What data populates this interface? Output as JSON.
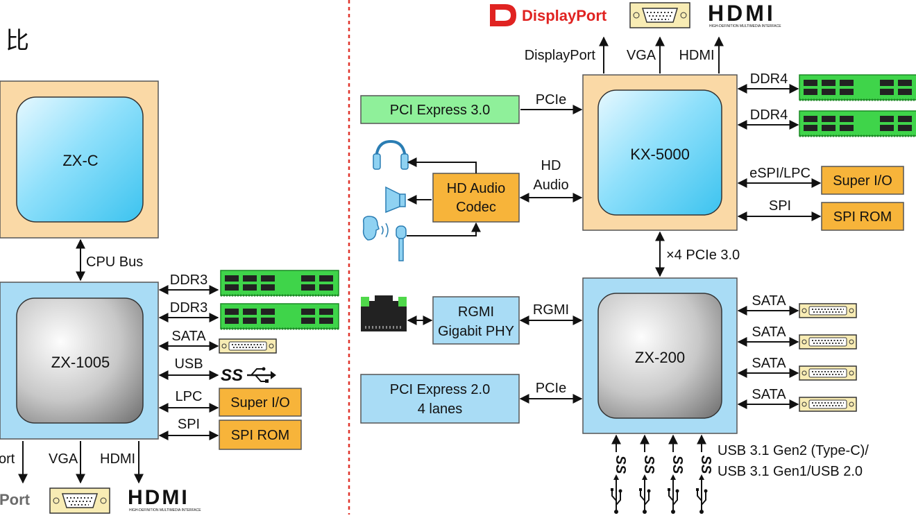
{
  "left": {
    "heading_char": "比",
    "cpu_chip": {
      "label": "ZX-C"
    },
    "cpu_bus_label": "CPU Bus",
    "chipset": {
      "label": "ZX-1005"
    },
    "links": {
      "ddr3_a": "DDR3",
      "ddr3_b": "DDR3",
      "sata": "SATA",
      "usb": "USB",
      "lpc": "LPC",
      "spi": "SPI"
    },
    "superio_label": "Super I/O",
    "spirom_label": "SPI ROM",
    "bottom_links": {
      "port_partial": "ort",
      "vga": "VGA",
      "hdmi": "HDMI"
    },
    "logos": {
      "displayport_partial": "Port"
    }
  },
  "right": {
    "logos": {
      "displayport": "DisplayPort",
      "hdmi": "HDMI",
      "hdmi_tagline": "HIGH-DEFINITION MULTIMEDIA INTERFACE"
    },
    "top_links": {
      "displayport": "DisplayPort",
      "vga": "VGA",
      "hdmi": "HDMI"
    },
    "kx_chip": {
      "label": "KX-5000"
    },
    "pcie3_box": "PCI Express 3.0",
    "pcie_a": "PCIe",
    "ddr4_a": "DDR4",
    "ddr4_b": "DDR4",
    "audio_codec": {
      "line1": "HD Audio",
      "line2": "Codec"
    },
    "hd_audio_link": {
      "line1": "HD",
      "line2": "Audio"
    },
    "espi_label": "eSPI/LPC",
    "superio_label": "Super I/O",
    "spi_label": "SPI",
    "spirom_label": "SPI ROM",
    "x4_pcie_label": "×4 PCIe 3.0",
    "zx200_chip": {
      "label": "ZX-200"
    },
    "phy_box": {
      "line1": "RGMI",
      "line2": "Gigabit PHY"
    },
    "rgmi_label": "RGMI",
    "pcie2_box": {
      "line1": "PCI Express 2.0",
      "line2": "4 lanes"
    },
    "pcie_b": "PCIe",
    "sata": [
      "SATA",
      "SATA",
      "SATA",
      "SATA"
    ],
    "usb_desc": {
      "line1": "USB 3.1 Gen2 (Type-C)/",
      "line2": "USB 3.1 Gen1/USB 2.0"
    },
    "ss_mark": "SS"
  },
  "colors": {
    "orange": "#f7b43a",
    "cream": "#fad9a6",
    "light_blue": "#a9dcf5",
    "green_box": "#8ff09a",
    "ram_green": "#3fd44a",
    "port_cream": "#f8ecb4",
    "divider_red": "#e0342b",
    "dp_red": "#e02321"
  }
}
